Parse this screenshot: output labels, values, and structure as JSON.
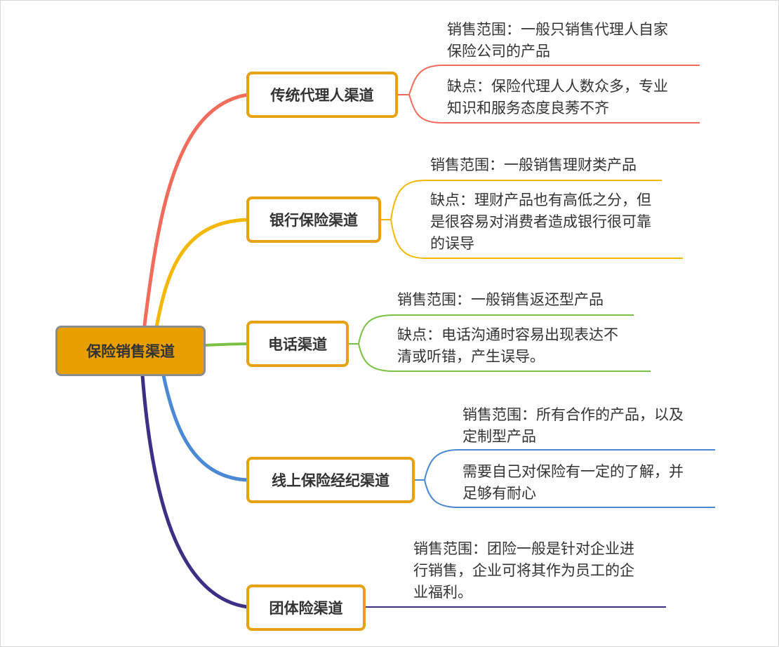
{
  "root": {
    "label": "保险销售渠道"
  },
  "colors": {
    "traditional": "#f26b5b",
    "bank": "#f5b800",
    "phone": "#7ac143",
    "online": "#4a89d6",
    "group": "#3b2f86",
    "node_border": "#e6a213",
    "root_fill": "#e8a000"
  },
  "branches": [
    {
      "label": "传统代理人渠道",
      "leaves": [
        "销售范围：一般只销售代理人自家\n保险公司的产品",
        "缺点：保险代理人人数众多，专业\n知识和服务态度良莠不齐"
      ]
    },
    {
      "label": "银行保险渠道",
      "leaves": [
        "销售范围：一般销售理财类产品",
        "缺点：理财产品也有高低之分，但\n是很容易对消费者造成银行很可靠\n的误导"
      ]
    },
    {
      "label": "电话渠道",
      "leaves": [
        "销售范围：一般销售返还型产品",
        "缺点：电话沟通时容易出现表达不\n清或听错，产生误导。"
      ]
    },
    {
      "label": "线上保险经纪渠道",
      "leaves": [
        "销售范围：所有合作的产品，以及\n定制型产品",
        "需要自己对保险有一定的了解，并\n足够有耐心"
      ]
    },
    {
      "label": "团体险渠道",
      "leaves": [
        "销售范围：团险一般是针对企业进\n行销售，企业可将其作为员工的企\n业福利。"
      ]
    }
  ]
}
